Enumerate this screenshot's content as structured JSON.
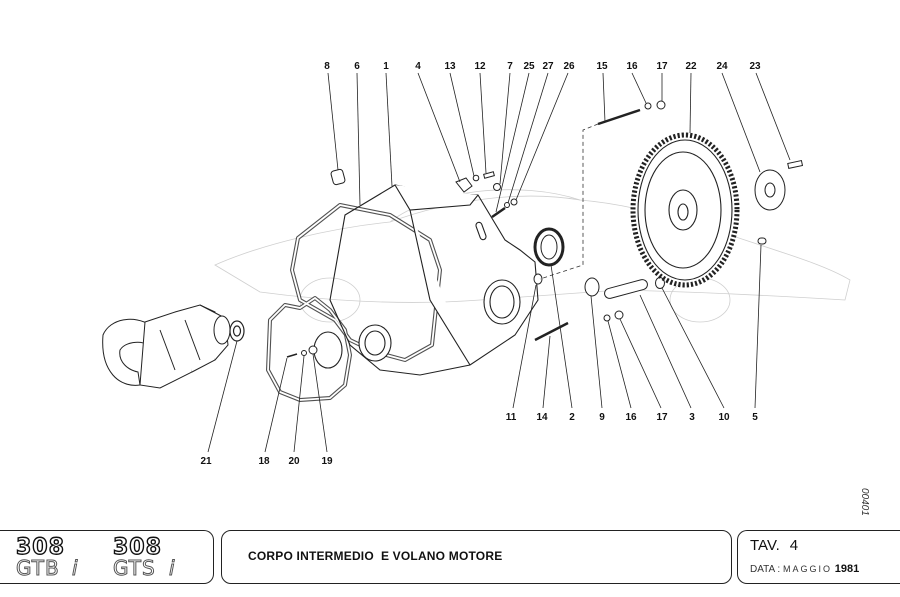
{
  "document": {
    "doc_number": "00401"
  },
  "callouts": [
    {
      "num": "8"
    },
    {
      "num": "6"
    },
    {
      "num": "1"
    },
    {
      "num": "4"
    },
    {
      "num": "13"
    },
    {
      "num": "12"
    },
    {
      "num": "7"
    },
    {
      "num": "25"
    },
    {
      "num": "27"
    },
    {
      "num": "26"
    },
    {
      "num": "15"
    },
    {
      "num": "16"
    },
    {
      "num": "17"
    },
    {
      "num": "22"
    },
    {
      "num": "24"
    },
    {
      "num": "23"
    },
    {
      "num": "11"
    },
    {
      "num": "14"
    },
    {
      "num": "2"
    },
    {
      "num": "9"
    },
    {
      "num": "16"
    },
    {
      "num": "17"
    },
    {
      "num": "3"
    },
    {
      "num": "10"
    },
    {
      "num": "5"
    },
    {
      "num": "21"
    },
    {
      "num": "18"
    },
    {
      "num": "20"
    },
    {
      "num": "19"
    }
  ],
  "footer": {
    "logo": {
      "models": [
        {
          "number": "308",
          "variant": "GTB",
          "suffix": "i"
        },
        {
          "number": "308",
          "variant": "GTS",
          "suffix": "i"
        }
      ]
    },
    "title": "CORPO INTERMEDIO  E VOLANO MOTORE",
    "tav_label": "TAV.",
    "tav_number": "4",
    "date_label": "DATA :",
    "date_month": "MAGGIO",
    "date_year": "1981"
  }
}
